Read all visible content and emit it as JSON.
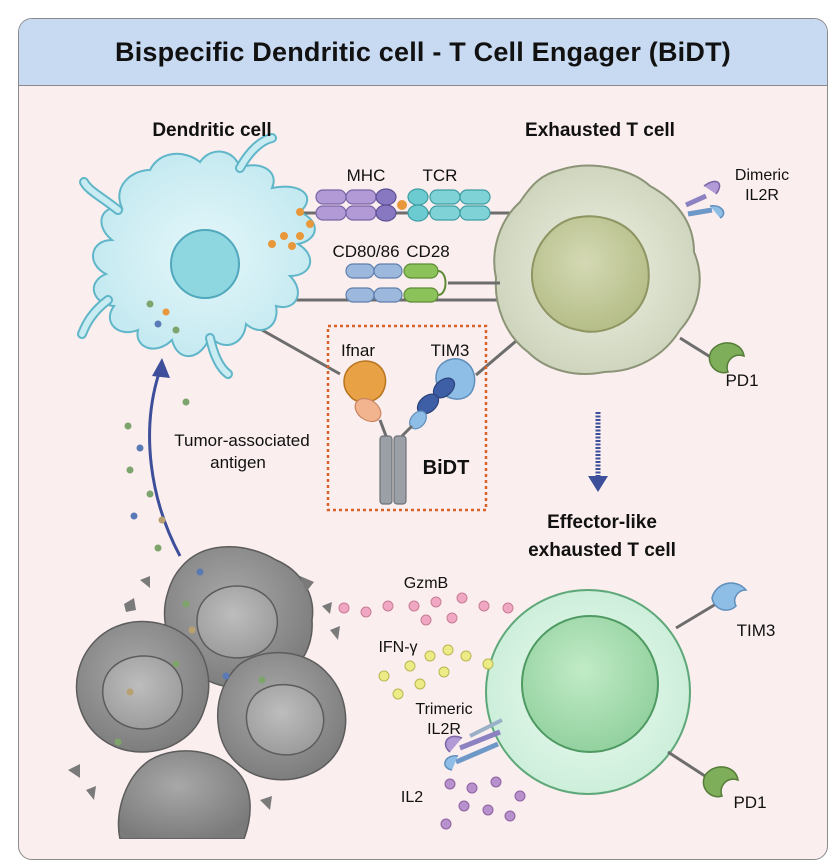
{
  "title": "Bispecific Dendritic cell - T Cell Engager (BiDT)",
  "labels": {
    "dendritic_cell": "Dendritic cell",
    "exhausted_t_cell": "Exhausted T cell",
    "mhc": "MHC",
    "tcr": "TCR",
    "cd80_86": "CD80/86",
    "cd28": "CD28",
    "dimeric_il2r_line1": "Dimeric",
    "dimeric_il2r_line2": "IL2R",
    "ifnar": "Ifnar",
    "tim3_top": "TIM3",
    "bidt": "BiDT",
    "pd1_top": "PD1",
    "tumor_antigen_line1": "Tumor-associated",
    "tumor_antigen_line2": "antigen",
    "effector_line1": "Effector-like",
    "effector_line2": "exhausted T cell",
    "gzmb": "GzmB",
    "ifn_gamma": "IFN-γ",
    "trimeric_il2r_line1": "Trimeric",
    "trimeric_il2r_line2": "IL2R",
    "il2": "IL2",
    "tim3_bottom": "TIM3",
    "pd1_bottom": "PD1"
  },
  "colors": {
    "title_bar": "#c8daf2",
    "panel": "#fbeeee",
    "dendritic_cell": "#c9ecf3",
    "dendritic_nucleus": "#8ed6e0",
    "exhausted_cell": "#d9dfcc",
    "exhausted_nucleus": "#c3ca9c",
    "effector_cell": "#d8f3e3",
    "effector_nucleus": "#a7dfb0",
    "tumor": "#8c8c8c",
    "mhc": "#b19ad6",
    "tcr": "#7fd3d7",
    "cd80": "#9cb8dd",
    "cd28": "#8cc25a",
    "ifnar": "#e8a144",
    "tim3": "#8ebee6",
    "pd1": "#7fae5a",
    "bidt_box": "#d9622b",
    "arrow": "#3d4f9a",
    "gzmb_dot": "#f0a7c2",
    "ifng_dot": "#eceb86",
    "il2_dot": "#b890cc"
  }
}
